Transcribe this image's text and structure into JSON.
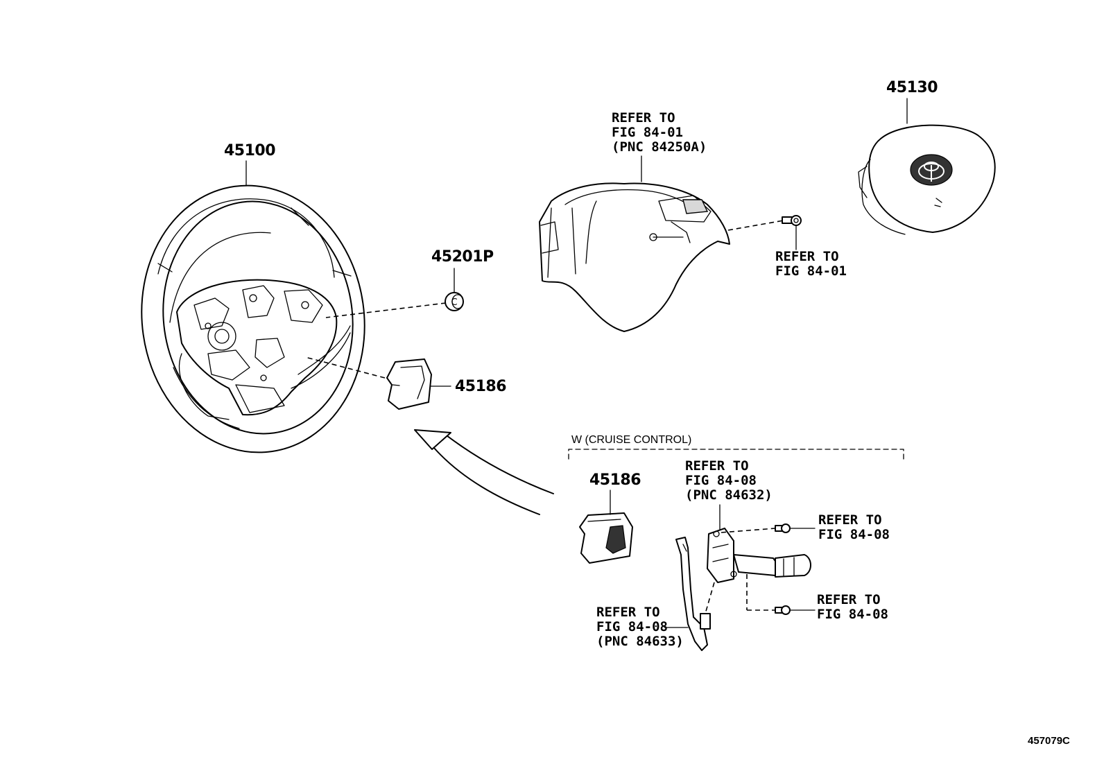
{
  "parts": {
    "steering_wheel": "45100",
    "plug": "45201P",
    "cover_lower": "45186",
    "cover_cruise": "45186",
    "airbag": "45130"
  },
  "references": {
    "lower_cover_pad": "REFER TO\nFIG 84-01\n(PNC 84250A)",
    "screw_pad": "REFER TO\nFIG 84-01",
    "cruise_switch": "REFER TO\nFIG 84-08\n(PNC 84632)",
    "screw_upper": "REFER TO\nFIG 84-08",
    "screw_lower": "REFER TO\nFIG 84-08",
    "harness": "REFER TO\nFIG 84-08\n(PNC 84633)"
  },
  "condition": "W (CRUISE CONTROL)",
  "figure_id": "457079C"
}
